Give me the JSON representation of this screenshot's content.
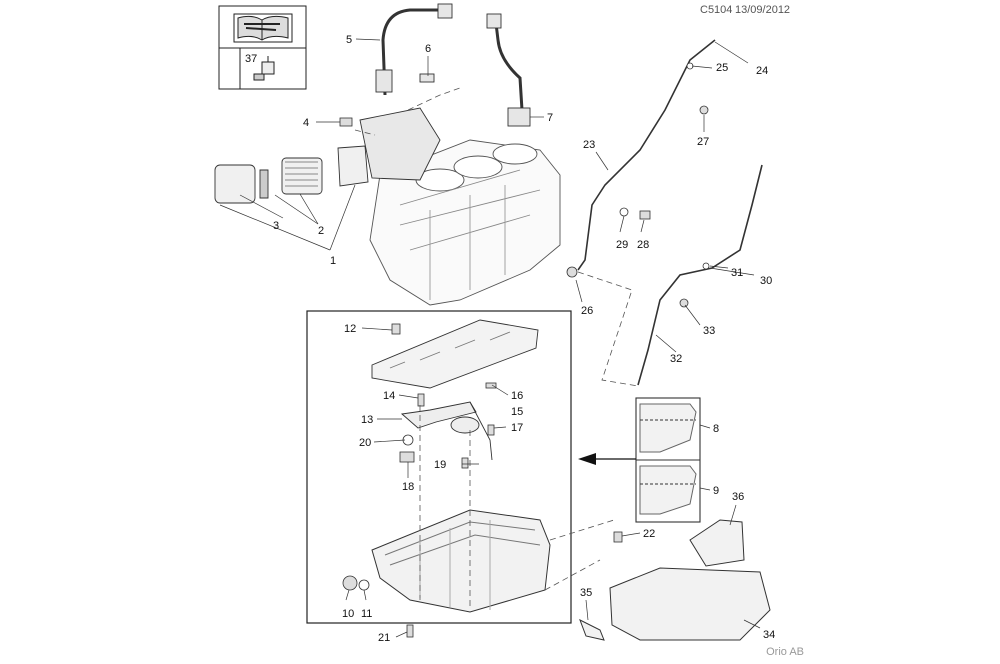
{
  "header": {
    "code": "C5104",
    "date": "13/09/2012"
  },
  "footer": {
    "brand": "Orio AB"
  },
  "inset": {
    "label": "37"
  },
  "callouts": [
    "1",
    "2",
    "3",
    "4",
    "5",
    "6",
    "7",
    "8",
    "9",
    "10",
    "11",
    "12",
    "13",
    "14",
    "15",
    "16",
    "17",
    "18",
    "19",
    "20",
    "21",
    "22",
    "23",
    "24",
    "25",
    "26",
    "27",
    "28",
    "29",
    "30",
    "31",
    "32",
    "33",
    "34",
    "35",
    "36"
  ]
}
